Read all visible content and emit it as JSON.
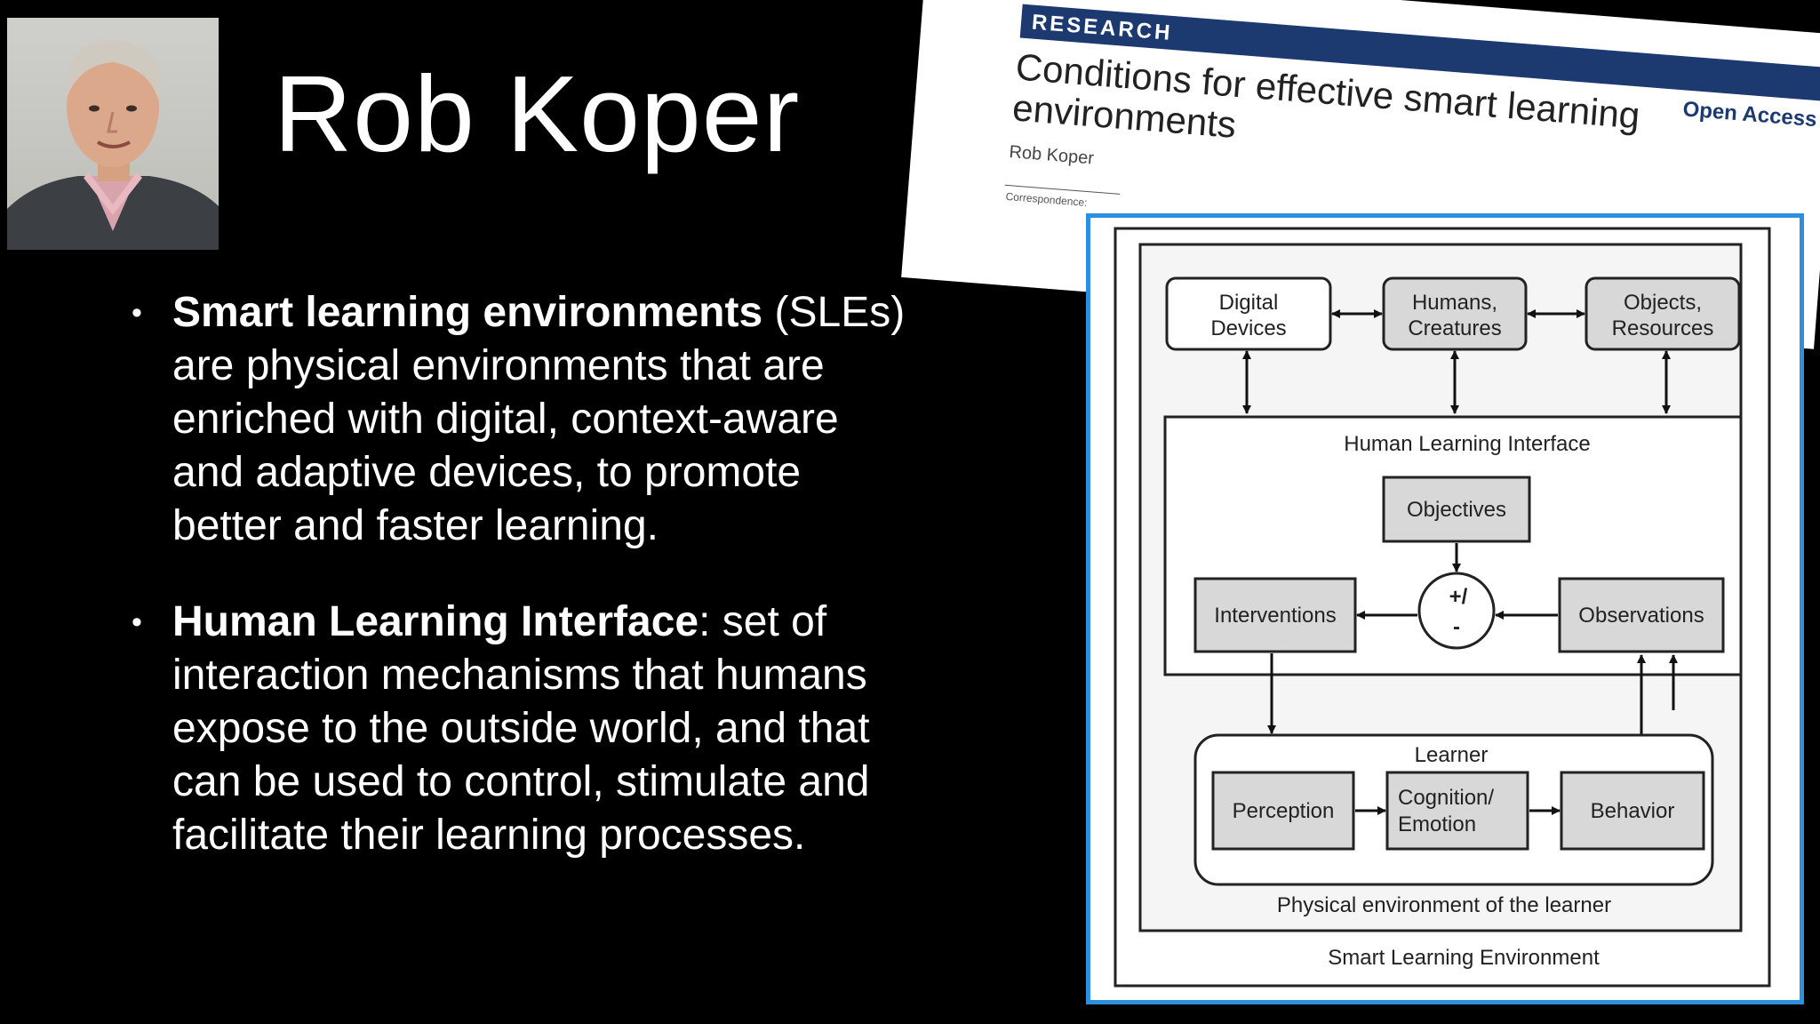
{
  "slide": {
    "title": "Rob Koper",
    "bullets": [
      {
        "term": "Smart learning environments",
        "text": " (SLEs) are physical environments that are enriched with digital, context-aware and adaptive devices, to promote better and faster learning."
      },
      {
        "term": "Human Learning Interface",
        "text": ": set of interaction mechanisms that humans expose to the outside world, and that can be used to control, stimulate and facilitate their learning processes."
      }
    ],
    "bullet_glyph": "•"
  },
  "paper": {
    "section": "RESEARCH",
    "access": "Open Access",
    "title": "Conditions for effective smart learning environments",
    "author": "Rob Koper",
    "correspondence": "Correspondence:",
    "band_color": "#1d3a70"
  },
  "diagram": {
    "digital_devices": [
      "Digital",
      "Devices"
    ],
    "humans_creatures": [
      "Humans,",
      "Creatures"
    ],
    "objects_resources": [
      "Objects,",
      "Resources"
    ],
    "hli_label": "Human Learning Interface",
    "objectives": "Objectives",
    "comparator": [
      "+/",
      "-"
    ],
    "interventions": "Interventions",
    "observations": "Observations",
    "learner_label": "Learner",
    "perception": "Perception",
    "cognition": [
      "Cognition/",
      "Emotion"
    ],
    "behavior": "Behavior",
    "physical_env": "Physical environment of the learner",
    "sle_label": "Smart Learning Environment",
    "border_color": "#2d8fe0"
  }
}
